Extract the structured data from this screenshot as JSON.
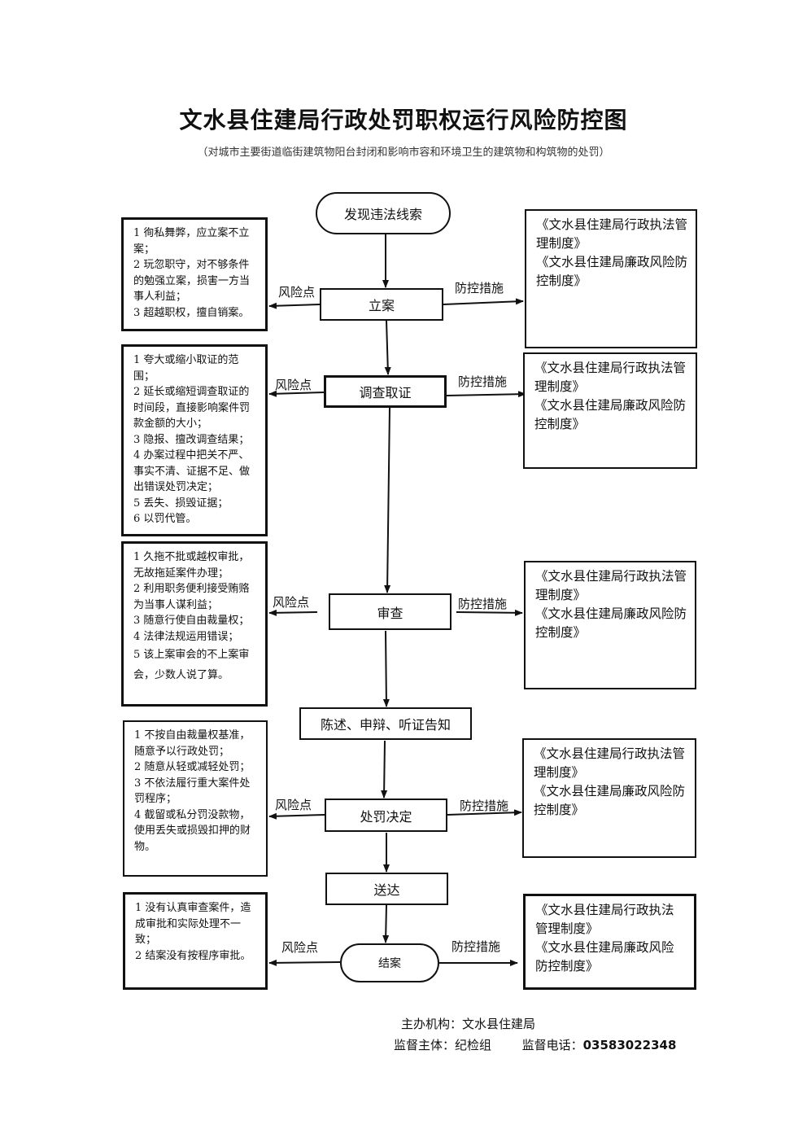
{
  "title": "文水县住建局行政处罚职权运行风险防控图",
  "subtitle": "（对城市主要街道临街建筑物阳台封闭和影响市容和环境卫生的建筑物和构筑物的处罚）",
  "labels": {
    "risk": "风险点",
    "control": "防控措施"
  },
  "flow": {
    "start": "发现违法线索",
    "step1": "立案",
    "step2": "调查取证",
    "step3": "审查",
    "step4": "陈述、申辩、听证告知",
    "step5": "处罚决定",
    "step6": "送达",
    "end": "结案"
  },
  "measures": {
    "line1": "《文水县住建局行政执法管理制度》",
    "line2": "《文水县住建局廉政风险防控制度》"
  },
  "risks": {
    "r1": [
      "1 徇私舞弊，应立案不立案；",
      "2 玩忽职守，对不够条件的勉强立案，损害一方当事人利益；",
      "3 超越职权，擅自销案。"
    ],
    "r2": [
      "1 夸大或缩小取证的范围；",
      "2 延长或缩短调查取证的时间段，直接影响案件罚款金额的大小；",
      "3 隐报、擅改调查结果；",
      "4 办案过程中把关不严、事实不清、证据不足、做出错误处罚决定；",
      "5 丢失、损毁证据；",
      "6 以罚代管。"
    ],
    "r3": [
      "1 久拖不批或越权审批，无故拖延案件办理；",
      "2 利用职务便利接受贿赂为当事人谋利益；",
      "3 随意行使自由裁量权；",
      "4 法律法规运用错误；",
      "5 该上案审会的不上案审会，少数人说了算。"
    ],
    "r5": [
      "1 不按自由裁量权基准，随意予以行政处罚；",
      "2 随意从轻或减轻处罚；",
      "3 不依法履行重大案件处罚程序；",
      "4 截留或私分罚没款物，使用丢失或损毁扣押的财物。"
    ],
    "r7": [
      "1 没有认真审查案件，造成审批和实际处理不一致；",
      "2 结案没有按程序审批。"
    ]
  },
  "footer": {
    "org_label": "主办机构：",
    "org": "文水县住建局",
    "sup_label": "监督主体：",
    "sup": "纪检组",
    "phone_label": "监督电话：",
    "phone": "03583022348"
  }
}
